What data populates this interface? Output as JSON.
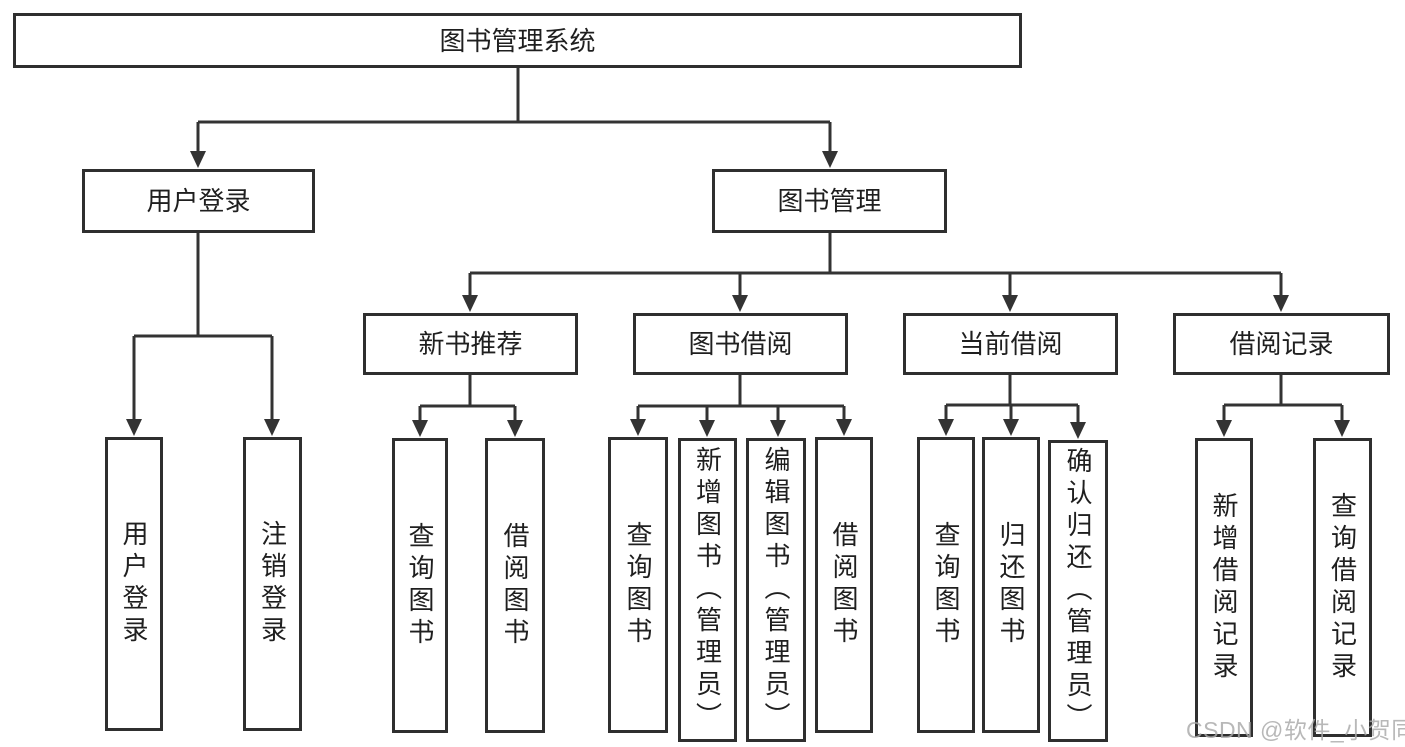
{
  "tree": {
    "root_label": "图书管理系统",
    "branches": [
      {
        "label": "用户登录",
        "children": [
          {
            "label": "用户登录"
          },
          {
            "label": "注销登录"
          }
        ]
      },
      {
        "label": "图书管理",
        "children": [
          {
            "label": "新书推荐",
            "children": [
              {
                "label": "查询图书"
              },
              {
                "label": "借阅图书"
              }
            ]
          },
          {
            "label": "图书借阅",
            "children": [
              {
                "label": "查询图书"
              },
              {
                "label": "新增图书（管理员）"
              },
              {
                "label": "编辑图书（管理员）"
              },
              {
                "label": "借阅图书"
              }
            ]
          },
          {
            "label": "当前借阅",
            "children": [
              {
                "label": "查询图书"
              },
              {
                "label": "归还图书"
              },
              {
                "label": "确认归还（管理员）"
              }
            ]
          },
          {
            "label": "借阅记录",
            "children": [
              {
                "label": "新增借阅记录"
              },
              {
                "label": "查询借阅记录"
              }
            ]
          }
        ]
      }
    ]
  },
  "watermark": "CSDN @软件_小贺同学",
  "colors": {
    "line": "#333333",
    "box_border": "#2f2f2f",
    "text": "#1f1f1f",
    "background": "#ffffff",
    "watermark": "#a9a9a9"
  }
}
